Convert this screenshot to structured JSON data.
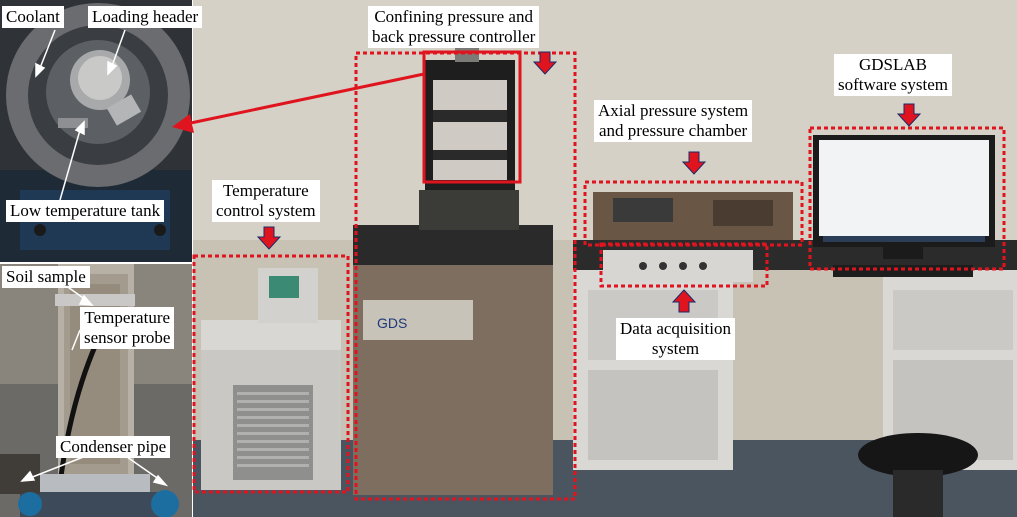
{
  "labels": {
    "coolant": "Coolant",
    "loading_header": "Loading header",
    "low_temp_tank": "Low temperature tank",
    "soil_sample": "Soil sample",
    "temp_sensor_probe_l1": "Temperature",
    "temp_sensor_probe_l2": "sensor probe",
    "condenser_pipe": "Condenser pipe",
    "confining_l1": "Confining pressure and",
    "confining_l2": "back pressure controller",
    "temp_control_l1": "Temperature",
    "temp_control_l2": "control system",
    "axial_l1": "Axial pressure system",
    "axial_l2": "and pressure chamber",
    "gdslab_l1": "GDSLAB",
    "gdslab_l2": "software system",
    "daq_l1": "Data acquisition",
    "daq_l2": "system"
  },
  "device_text": {
    "gds_logo": "GDS"
  },
  "colors": {
    "annotation_red": "#e0141e",
    "arrow_red": "#e0141e",
    "arrow_outline": "#1a2a6a"
  }
}
